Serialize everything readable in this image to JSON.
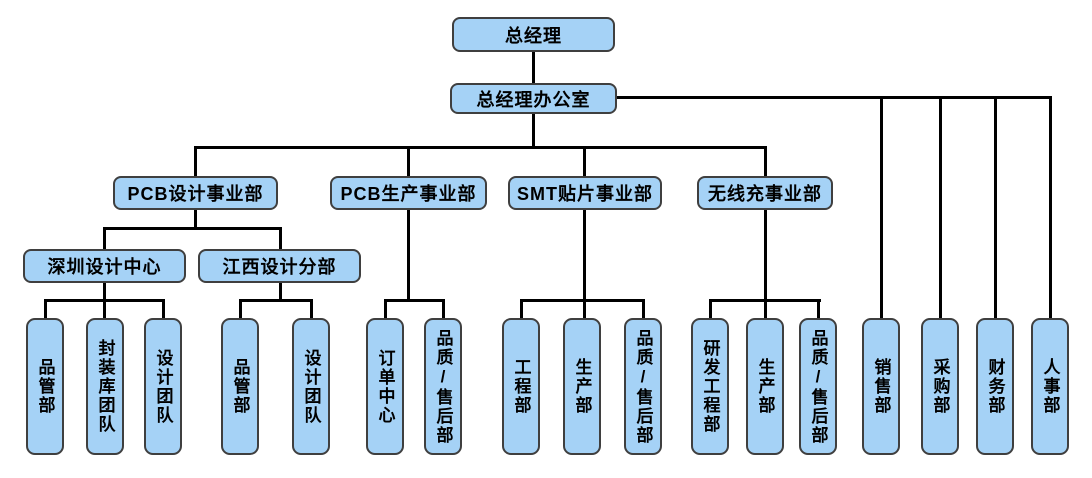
{
  "diagram": {
    "type": "org-chart",
    "colors": {
      "node_fill": "#a5d2f6",
      "node_border": "#3f3f3f",
      "connector": "#000000",
      "text": "#000000",
      "background": "#ffffff"
    }
  },
  "nodes": {
    "gm": {
      "label": "总经理"
    },
    "office": {
      "label": "总经理办公室"
    },
    "pcb_design": {
      "label": "PCB设计事业部"
    },
    "pcb_prod": {
      "label": "PCB生产事业部"
    },
    "smt": {
      "label": "SMT贴片事业部"
    },
    "wireless": {
      "label": "无线充事业部"
    },
    "sz_center": {
      "label": "深圳设计中心"
    },
    "jx_branch": {
      "label": "江西设计分部"
    },
    "sz_pinguan": {
      "label": "品管部"
    },
    "sz_fzk": {
      "label": "封装库团队"
    },
    "sz_design": {
      "label": "设计团队"
    },
    "jx_pinguan": {
      "label": "品管部"
    },
    "jx_design": {
      "label": "设计团队"
    },
    "prod_order": {
      "label": "订单中心"
    },
    "prod_quality": {
      "label": "品质/售后部"
    },
    "smt_eng": {
      "label": "工程部"
    },
    "smt_prod": {
      "label": "生产部"
    },
    "smt_quality": {
      "label": "品质/售后部"
    },
    "wl_rd": {
      "label": "研发工程部"
    },
    "wl_prod": {
      "label": "生产部"
    },
    "wl_quality": {
      "label": "品质/售后部"
    },
    "sales": {
      "label": "销售部"
    },
    "purchase": {
      "label": "采购部"
    },
    "finance": {
      "label": "财务部"
    },
    "hr": {
      "label": "人事部"
    }
  },
  "tree": {
    "label": "总经理",
    "children": [
      {
        "label": "总经理办公室",
        "children": [
          {
            "label": "PCB设计事业部",
            "children": [
              {
                "label": "深圳设计中心",
                "children": [
                  {
                    "label": "品管部"
                  },
                  {
                    "label": "封装库团队"
                  },
                  {
                    "label": "设计团队"
                  }
                ]
              },
              {
                "label": "江西设计分部",
                "children": [
                  {
                    "label": "品管部"
                  },
                  {
                    "label": "设计团队"
                  }
                ]
              }
            ]
          },
          {
            "label": "PCB生产事业部",
            "children": [
              {
                "label": "订单中心"
              },
              {
                "label": "品质/售后部"
              }
            ]
          },
          {
            "label": "SMT贴片事业部",
            "children": [
              {
                "label": "工程部"
              },
              {
                "label": "生产部"
              },
              {
                "label": "品质/售后部"
              }
            ]
          },
          {
            "label": "无线充事业部",
            "children": [
              {
                "label": "研发工程部"
              },
              {
                "label": "生产部"
              },
              {
                "label": "品质/售后部"
              }
            ]
          },
          {
            "label": "销售部"
          },
          {
            "label": "采购部"
          },
          {
            "label": "财务部"
          },
          {
            "label": "人事部"
          }
        ]
      }
    ]
  }
}
